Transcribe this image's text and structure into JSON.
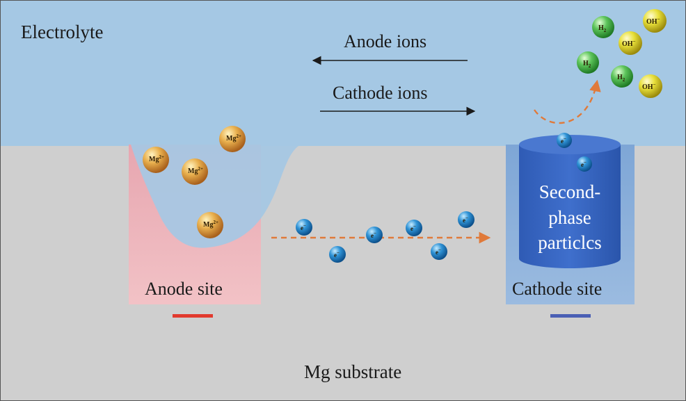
{
  "colors": {
    "electrolyte": "#a5c8e4",
    "substrate": "#cfcfcf",
    "anode_region": "#eeb3ba",
    "anode_marker": "#e23a2e",
    "cathode_region": "#7fa8d8",
    "cathode_cylinder": "#3a67c2",
    "cathode_marker": "#4a5fb5",
    "flow_arrow": "#e07a3a",
    "mg_ion": "#e9a64a",
    "h2_molecule": "#5cc45a",
    "oh_ion": "#e8e03a",
    "electron": "#2e8fd8"
  },
  "labels": {
    "electrolyte": "Electrolyte",
    "anode_ions": "Anode ions",
    "cathode_ions": "Cathode ions",
    "anode_site": "Anode site",
    "cathode_site": "Cathode site",
    "second_phase_line1": "Second-",
    "second_phase_line2": "phase",
    "second_phase_line3": "particlcs",
    "substrate": "Mg substrate"
  },
  "species": {
    "mg_ion": "Mg",
    "mg_charge": "2+",
    "electron": "e",
    "electron_charge": "−",
    "h2": "H",
    "h2_sub": "2",
    "oh": "OH",
    "oh_charge": "−"
  }
}
